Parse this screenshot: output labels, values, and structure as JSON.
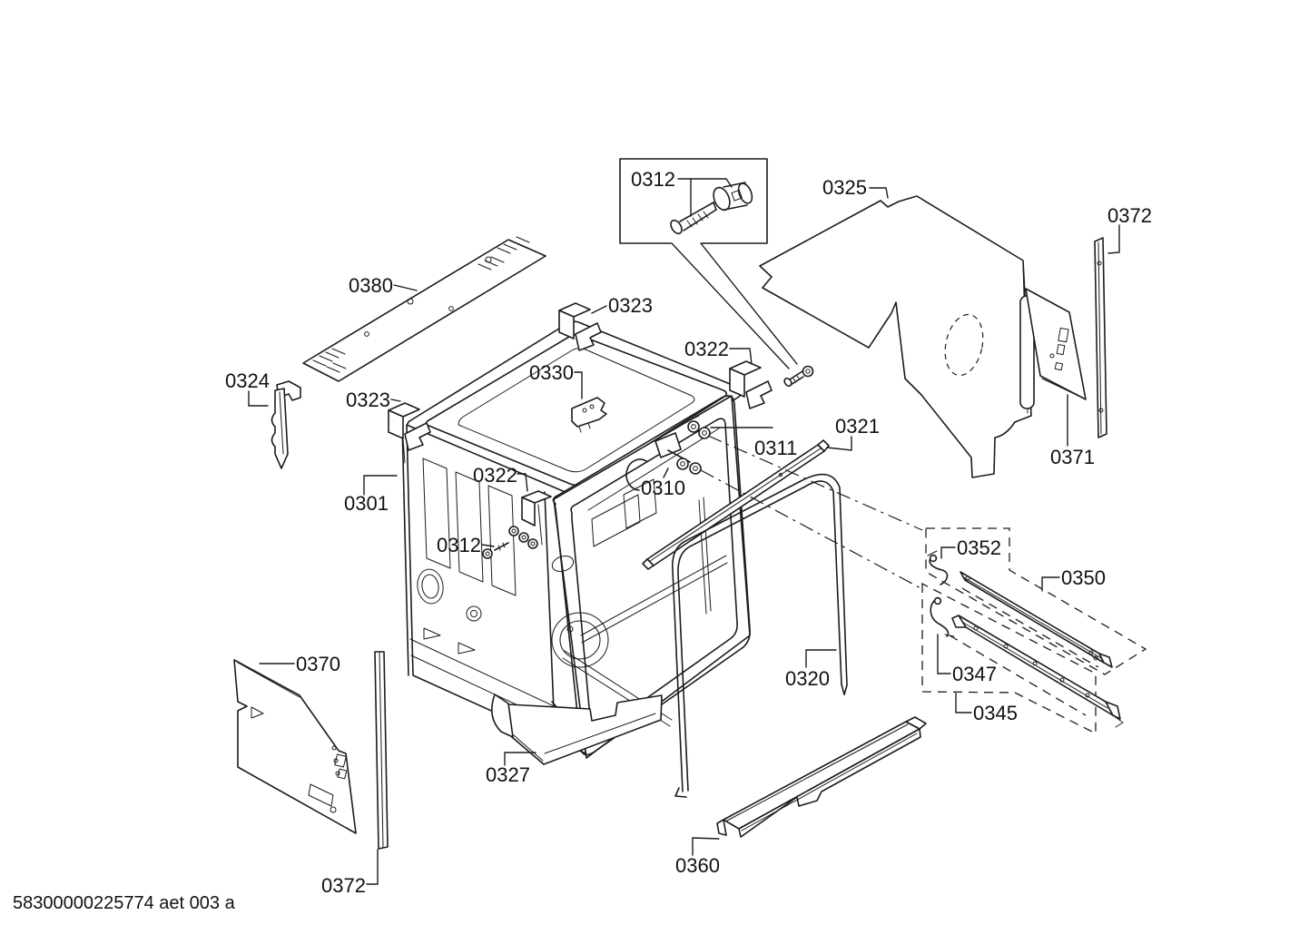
{
  "diagram_title": "dishwasher-body-exploded-view",
  "colors": {
    "line": "#1c1c1c",
    "background": "#ffffff"
  },
  "labels": {
    "box0312": "0312",
    "panel0325": "0325",
    "strip0372_right": "0372",
    "strip0380": "0380",
    "bracket0323_top": "0323",
    "bracket0322_top": "0322",
    "clip0330": "0330",
    "bracket0324": "0324",
    "bracket0323_left": "0323",
    "rail0321": "0321",
    "roller0311": "0311",
    "bracket0322_mid": "0322",
    "hinge0310": "0310",
    "tub0301": "0301",
    "screw0312_mid": "0312",
    "bracket0352": "0352",
    "rail0350": "0350",
    "panel0371": "0371",
    "panel0370": "0370",
    "bracket0347": "0347",
    "gasket0320": "0320",
    "group0345": "0345",
    "base0327": "0327",
    "rail0360": "0360",
    "strip0372_left": "0372"
  },
  "doc_code": "58300000225774 aet 003 a"
}
